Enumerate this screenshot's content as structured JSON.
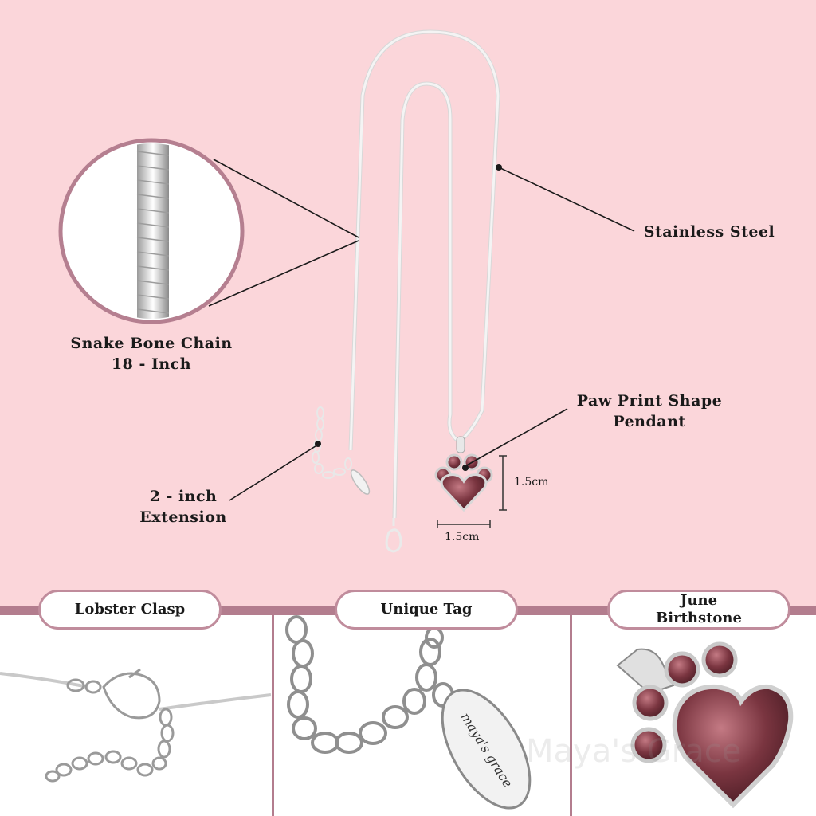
{
  "labels": {
    "material": "Stainless Steel",
    "chain_line1": "Snake Bone Chain",
    "chain_line2": "18 - Inch",
    "pendant_line1": "Paw Print Shape",
    "pendant_line2": "Pendant",
    "extension_line1": "2 - inch",
    "extension_line2": "Extension",
    "dim_height": "1.5cm",
    "dim_width": "1.5cm"
  },
  "panels": {
    "clasp": "Lobster Clasp",
    "tag": "Unique Tag",
    "birthstone_line1": "June",
    "birthstone_line2": "Birthstone"
  },
  "tag_text": "maya's grace",
  "watermark": "Maya's Grace",
  "colors": {
    "background_pink": "#fbd6da",
    "accent_mauve": "#b37d8e",
    "gem": "#7a3540"
  }
}
